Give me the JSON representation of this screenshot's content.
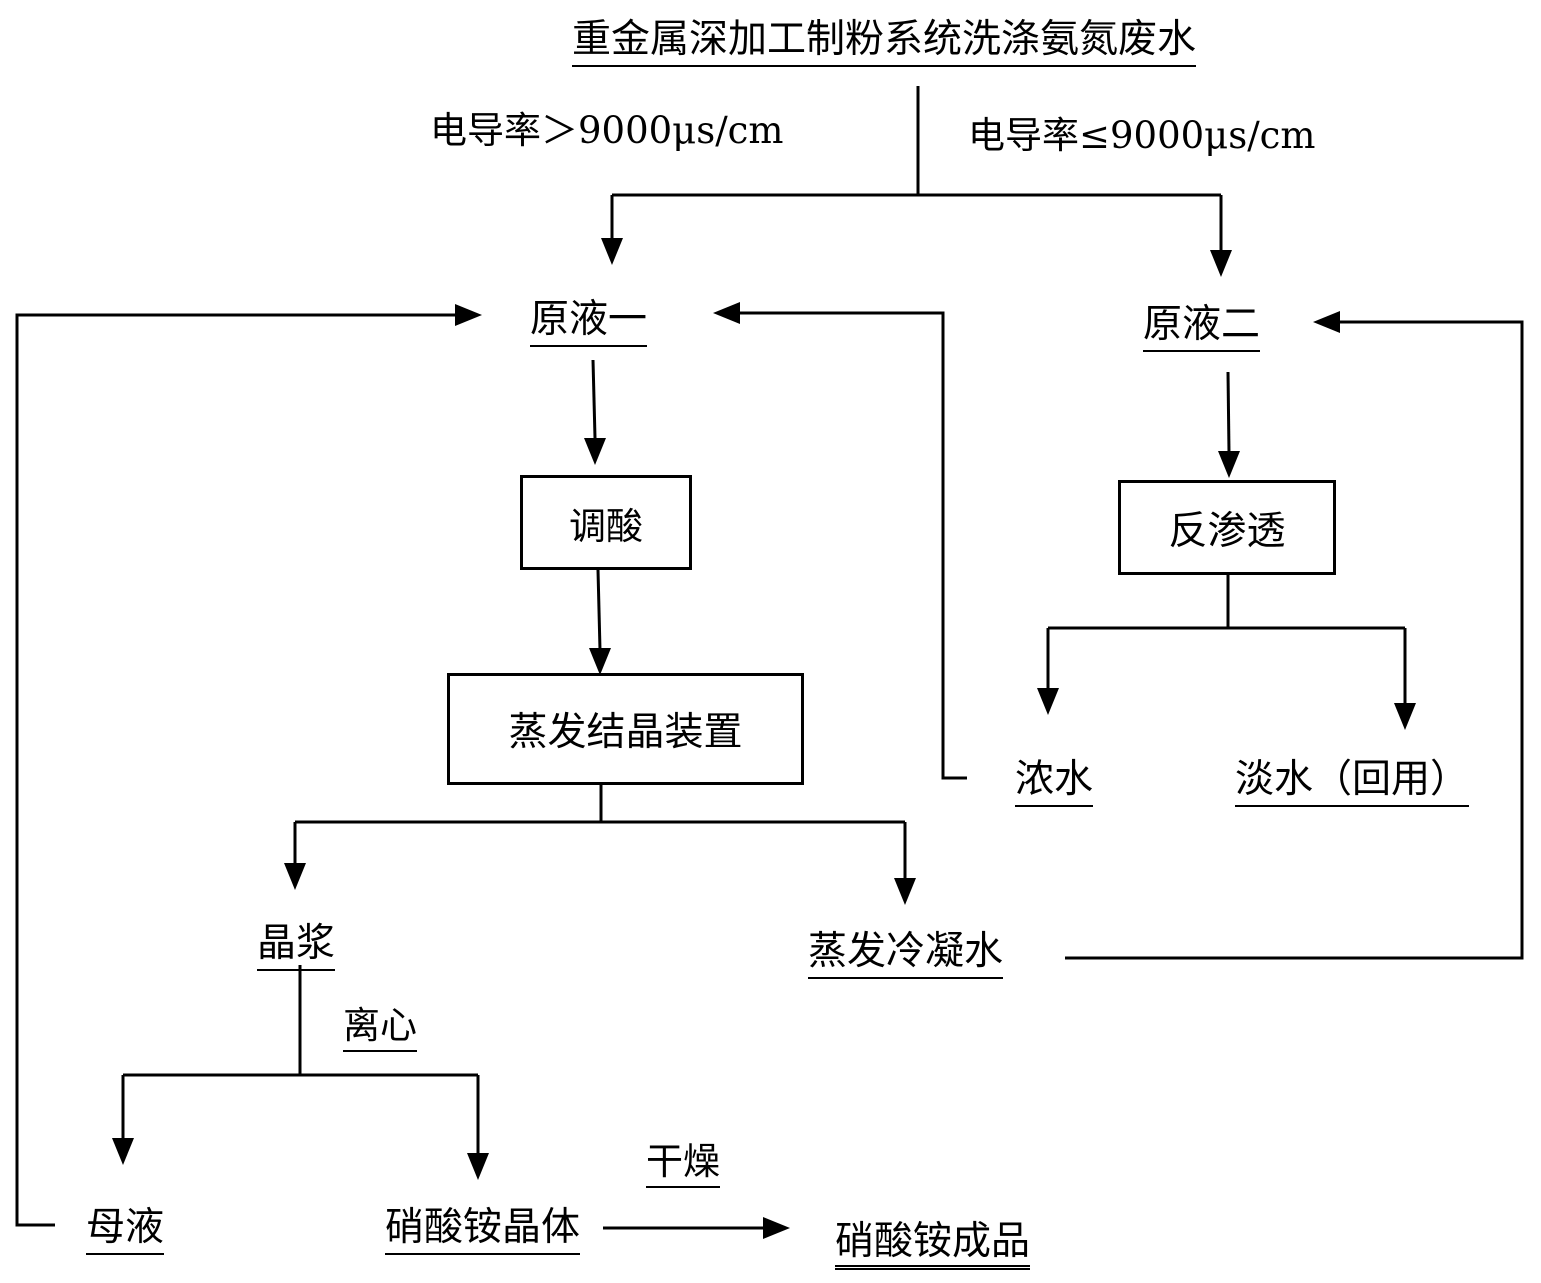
{
  "title": "重金属深加工制粉系统洗涤氨氮废水",
  "branches": {
    "high": "电导率＞9000μs/cm",
    "low": "电导率≤9000μs/cm"
  },
  "nodes": {
    "raw1": "原液一",
    "raw2": "原液二",
    "acid": "调酸",
    "ro": "反渗透",
    "evap": "蒸发结晶装置",
    "concentrate": "浓水",
    "fresh": "淡水（回用）",
    "slurry": "晶浆",
    "condensate": "蒸发冷凝水",
    "centrifuge": "离心",
    "mother": "母液",
    "crystal": "硝酸铵晶体",
    "dry": "干燥",
    "product": "硝酸铵成品"
  },
  "colors": {
    "line": "#000000",
    "background": "#ffffff"
  }
}
